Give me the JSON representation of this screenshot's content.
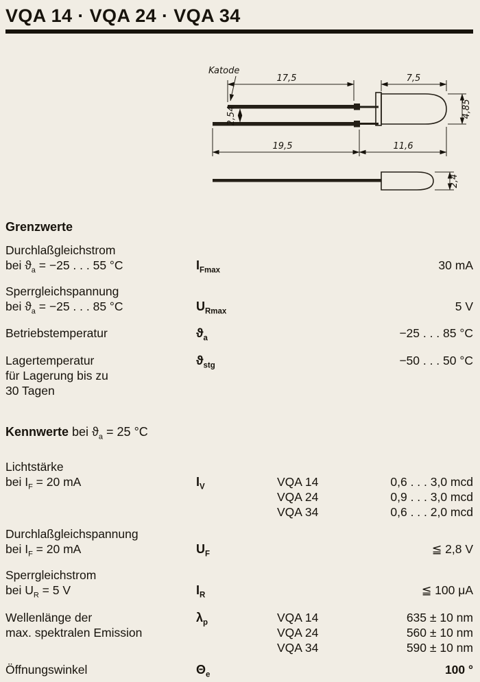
{
  "title": "VQA 14 · VQA 24 · VQA 34",
  "drawing": {
    "katode": "Katode",
    "dims": {
      "top_lead": "17,5",
      "body": "7,5",
      "pitch": "2,54",
      "bottom_lead": "19,5",
      "body_total": "11,6",
      "body_dia": "4,85",
      "small_dia": "2,4"
    }
  },
  "grenzwerte": {
    "heading": "Grenzwerte",
    "rows": [
      {
        "l1": "Durchlaßgleichstrom",
        "l2_pre": "bei ϑ",
        "l2_sub": "a",
        "l2_post": " = −25 . . . 55 °C",
        "sym": "I",
        "sub": "Fmax",
        "value": "30 mA"
      },
      {
        "l1": "Sperrgleichspannung",
        "l2_pre": "bei ϑ",
        "l2_sub": "a",
        "l2_post": " = −25 . . . 85 °C",
        "sym": "U",
        "sub": "Rmax",
        "value": "5 V"
      },
      {
        "l1": "Betriebstemperatur",
        "sym": "ϑ",
        "sub": "a",
        "value": "−25 . . . 85 °C"
      },
      {
        "l1": "Lagertemperatur",
        "l2": "für Lagerung bis zu",
        "l3": "30 Tagen",
        "sym": "ϑ",
        "sub": "stg",
        "value": "−50 . . . 50 °C"
      }
    ]
  },
  "kennwerte": {
    "heading_bold": "Kennwerte",
    "heading_pre": " bei ϑ",
    "heading_sub": "a",
    "heading_post": " = 25 °C",
    "rows": [
      {
        "l1": "Lichtstärke",
        "l2_pre": "bei I",
        "l2_sub": "F",
        "l2_post": " = 20 mA",
        "sym": "I",
        "sub": "V",
        "models": [
          {
            "name": "VQA 14",
            "value": "0,6 . . . 3,0 mcd"
          },
          {
            "name": "VQA 24",
            "value": "0,9 . . . 3,0 mcd"
          },
          {
            "name": "VQA 34",
            "value": "0,6 . . . 2,0 mcd"
          }
        ]
      },
      {
        "l1": "Durchlaßgleichspannung",
        "l2_pre": "bei I",
        "l2_sub": "F",
        "l2_post": " = 20 mA",
        "sym": "U",
        "sub": "F",
        "value": "≦ 2,8 V"
      },
      {
        "l1": "Sperrgleichstrom",
        "l2_pre": "bei U",
        "l2_sub": "R",
        "l2_post": " = 5 V",
        "sym": "I",
        "sub": "R",
        "value": "≦ 100 μA"
      },
      {
        "l1": "Wellenlänge der",
        "l2": "max. spektralen Emission",
        "sym": "λ",
        "sub": "p",
        "models": [
          {
            "name": "VQA 14",
            "value": "635 ± 10 nm"
          },
          {
            "name": "VQA 24",
            "value": "560 ± 10 nm"
          },
          {
            "name": "VQA 34",
            "value": "590 ± 10 nm"
          }
        ]
      },
      {
        "l1": "Öffnungswinkel",
        "sym": "Θ",
        "sub": "e",
        "value": "100 °"
      }
    ]
  }
}
